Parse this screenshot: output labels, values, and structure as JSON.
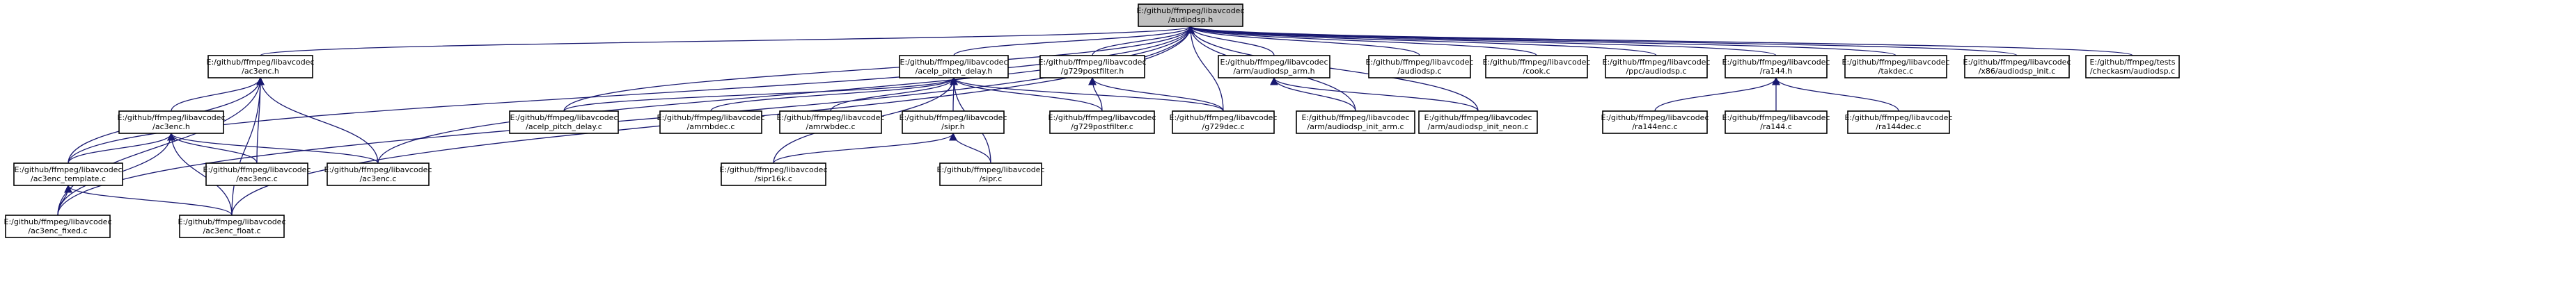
{
  "graph": {
    "title": "E:/github/ffmpeg/libavcodec/audiodsp.h",
    "edge_color": "#191970",
    "root_fill": "#bfbfbf",
    "nodes": [
      {
        "id": "audiodsp_h",
        "lines": [
          "E:/github/ffmpeg/libavcodec",
          "/audiodsp.h"
        ],
        "root": true
      },
      {
        "id": "ac3enc_h",
        "lines": [
          "E:/github/ffmpeg/libavcodec",
          "/ac3enc.h"
        ]
      },
      {
        "id": "acelp_pitch_delay_h",
        "lines": [
          "E:/github/ffmpeg/libavcodec",
          "/acelp_pitch_delay.h"
        ]
      },
      {
        "id": "g729postfilter_h",
        "lines": [
          "E:/github/ffmpeg/libavcodec",
          "/g729postfilter.h"
        ]
      },
      {
        "id": "audiodsp_arm_h",
        "lines": [
          "E:/github/ffmpeg/libavcodec",
          "/arm/audiodsp_arm.h"
        ]
      },
      {
        "id": "audiodsp_c",
        "lines": [
          "E:/github/ffmpeg/libavcodec",
          "/audiodsp.c"
        ]
      },
      {
        "id": "cook_c",
        "lines": [
          "E:/github/ffmpeg/libavcodec",
          "/cook.c"
        ]
      },
      {
        "id": "ppc_audiodsp_c",
        "lines": [
          "E:/github/ffmpeg/libavcodec",
          "/ppc/audiodsp.c"
        ]
      },
      {
        "id": "ra144_h",
        "lines": [
          "E:/github/ffmpeg/libavcodec",
          "/ra144.h"
        ]
      },
      {
        "id": "takdec_c",
        "lines": [
          "E:/github/ffmpeg/libavcodec",
          "/takdec.c"
        ]
      },
      {
        "id": "x86_audiodsp_init_c",
        "lines": [
          "E:/github/ffmpeg/libavcodec",
          "/x86/audiodsp_init.c"
        ]
      },
      {
        "id": "checkasm_audiodsp_c",
        "lines": [
          "E:/github/ffmpeg/tests",
          "/checkasm/audiodsp.c"
        ]
      },
      {
        "id": "ac3_h",
        "lines": [
          "E:/github/ffmpeg/libavcodec",
          "/ac3enc.h"
        ]
      },
      {
        "id": "acelp_pitch_delay_c",
        "lines": [
          "E:/github/ffmpeg/libavcodec",
          "/acelp_pitch_delay.c"
        ]
      },
      {
        "id": "amrnbdec_c",
        "lines": [
          "E:/github/ffmpeg/libavcodec",
          "/amrnbdec.c"
        ]
      },
      {
        "id": "amrwbdec_c",
        "lines": [
          "E:/github/ffmpeg/libavcodec",
          "/amrwbdec.c"
        ]
      },
      {
        "id": "sipr_h",
        "lines": [
          "E:/github/ffmpeg/libavcodec",
          "/sipr.h"
        ]
      },
      {
        "id": "g729postfilter_c",
        "lines": [
          "E:/github/ffmpeg/libavcodec",
          "/g729postfilter.c"
        ]
      },
      {
        "id": "g729dec_c",
        "lines": [
          "E:/github/ffmpeg/libavcodec",
          "/g729dec.c"
        ]
      },
      {
        "id": "audiodsp_init_arm_c",
        "lines": [
          "E:/github/ffmpeg/libavcodec",
          "/arm/audiodsp_init_arm.c"
        ]
      },
      {
        "id": "audiodsp_init_neon_c",
        "lines": [
          "E:/github/ffmpeg/libavcodec",
          "/arm/audiodsp_init_neon.c"
        ]
      },
      {
        "id": "ra144enc_c",
        "lines": [
          "E:/github/ffmpeg/libavcodec",
          "/ra144enc.c"
        ]
      },
      {
        "id": "ra144_c",
        "lines": [
          "E:/github/ffmpeg/libavcodec",
          "/ra144.c"
        ]
      },
      {
        "id": "ra144dec_c",
        "lines": [
          "E:/github/ffmpeg/libavcodec",
          "/ra144dec.c"
        ]
      },
      {
        "id": "ac3enc_template_c",
        "lines": [
          "E:/github/ffmpeg/libavcodec",
          "/ac3enc_template.c"
        ]
      },
      {
        "id": "eac3enc_c",
        "lines": [
          "E:/github/ffmpeg/libavcodec",
          "/eac3enc.c"
        ]
      },
      {
        "id": "ac3enc_c",
        "lines": [
          "E:/github/ffmpeg/libavcodec",
          "/ac3enc.c"
        ]
      },
      {
        "id": "sipr16k_c",
        "lines": [
          "E:/github/ffmpeg/libavcodec",
          "/sipr16k.c"
        ]
      },
      {
        "id": "sipr_c",
        "lines": [
          "E:/github/ffmpeg/libavcodec",
          "/sipr.c"
        ]
      },
      {
        "id": "ac3enc_fixed_c",
        "lines": [
          "E:/github/ffmpeg/libavcodec",
          "/ac3enc_fixed.c"
        ]
      },
      {
        "id": "ac3enc_float_c",
        "lines": [
          "E:/github/ffmpeg/libavcodec",
          "/ac3enc_float.c"
        ]
      }
    ],
    "edges": [
      [
        "ac3enc_h",
        "audiodsp_h"
      ],
      [
        "acelp_pitch_delay_h",
        "audiodsp_h"
      ],
      [
        "g729postfilter_h",
        "audiodsp_h"
      ],
      [
        "audiodsp_arm_h",
        "audiodsp_h"
      ],
      [
        "audiodsp_c",
        "audiodsp_h"
      ],
      [
        "cook_c",
        "audiodsp_h"
      ],
      [
        "ppc_audiodsp_c",
        "audiodsp_h"
      ],
      [
        "ra144_h",
        "audiodsp_h"
      ],
      [
        "takdec_c",
        "audiodsp_h"
      ],
      [
        "x86_audiodsp_init_c",
        "audiodsp_h"
      ],
      [
        "checkasm_audiodsp_c",
        "audiodsp_h"
      ],
      [
        "acelp_pitch_delay_c",
        "audiodsp_h"
      ],
      [
        "g729dec_c",
        "audiodsp_h"
      ],
      [
        "audiodsp_init_arm_c",
        "audiodsp_h"
      ],
      [
        "audiodsp_init_neon_c",
        "audiodsp_h"
      ],
      [
        "ac3enc_c",
        "audiodsp_h"
      ],
      [
        "ac3enc_template_c",
        "audiodsp_h"
      ],
      [
        "ac3enc_fixed_c",
        "audiodsp_h"
      ],
      [
        "ac3enc_float_c",
        "audiodsp_h"
      ],
      [
        "ac3_h",
        "ac3enc_h"
      ],
      [
        "ac3enc_template_c",
        "ac3enc_h"
      ],
      [
        "eac3enc_c",
        "ac3enc_h"
      ],
      [
        "ac3enc_c",
        "ac3enc_h"
      ],
      [
        "ac3enc_fixed_c",
        "ac3enc_h"
      ],
      [
        "ac3enc_float_c",
        "ac3enc_h"
      ],
      [
        "ac3enc_template_c",
        "ac3_h"
      ],
      [
        "eac3enc_c",
        "ac3_h"
      ],
      [
        "ac3enc_c",
        "ac3_h"
      ],
      [
        "ac3enc_fixed_c",
        "ac3_h"
      ],
      [
        "ac3enc_float_c",
        "ac3_h"
      ],
      [
        "ac3enc_fixed_c",
        "ac3enc_template_c"
      ],
      [
        "ac3enc_float_c",
        "ac3enc_template_c"
      ],
      [
        "acelp_pitch_delay_c",
        "acelp_pitch_delay_h"
      ],
      [
        "amrnbdec_c",
        "acelp_pitch_delay_h"
      ],
      [
        "amrwbdec_c",
        "acelp_pitch_delay_h"
      ],
      [
        "sipr_h",
        "acelp_pitch_delay_h"
      ],
      [
        "g729postfilter_c",
        "acelp_pitch_delay_h"
      ],
      [
        "g729dec_c",
        "acelp_pitch_delay_h"
      ],
      [
        "sipr16k_c",
        "acelp_pitch_delay_h"
      ],
      [
        "sipr_c",
        "acelp_pitch_delay_h"
      ],
      [
        "sipr16k_c",
        "sipr_h"
      ],
      [
        "sipr_c",
        "sipr_h"
      ],
      [
        "g729postfilter_c",
        "g729postfilter_h"
      ],
      [
        "g729dec_c",
        "g729postfilter_h"
      ],
      [
        "audiodsp_init_arm_c",
        "audiodsp_arm_h"
      ],
      [
        "audiodsp_init_neon_c",
        "audiodsp_arm_h"
      ],
      [
        "ra144enc_c",
        "ra144_h"
      ],
      [
        "ra144_c",
        "ra144_h"
      ],
      [
        "ra144dec_c",
        "ra144_h"
      ]
    ]
  }
}
